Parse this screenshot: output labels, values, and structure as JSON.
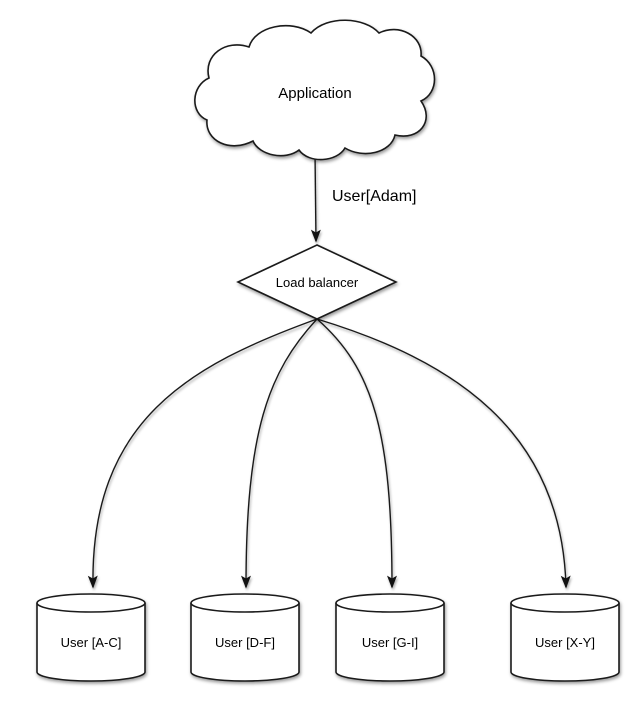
{
  "colors": {
    "line": "#1a1a1a",
    "shape_fill": "#ffffff",
    "text": "#000000",
    "background": "#ffffff"
  },
  "nodes": {
    "application": {
      "label": "Application",
      "shape": "cloud"
    },
    "load_balancer": {
      "label": "Load balancer",
      "shape": "diamond"
    }
  },
  "edges": {
    "app_to_lb": {
      "label": "User[Adam]"
    }
  },
  "shards": [
    {
      "label": "User [A-C]",
      "shape": "cylinder"
    },
    {
      "label": "User [D-F]",
      "shape": "cylinder"
    },
    {
      "label": "User [G-I]",
      "shape": "cylinder"
    },
    {
      "label": "User [X-Y]",
      "shape": "cylinder"
    }
  ]
}
